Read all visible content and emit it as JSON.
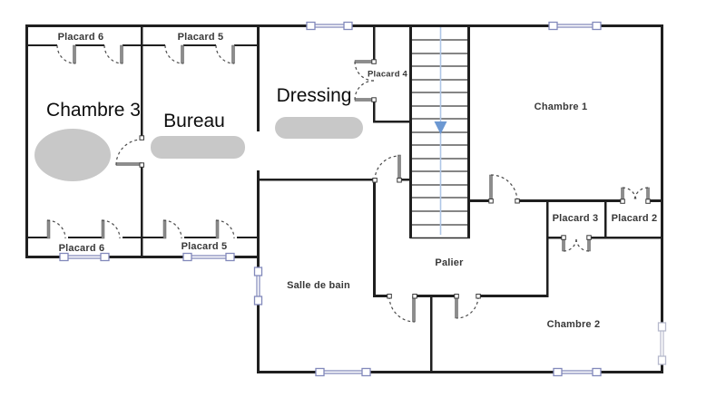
{
  "plan": {
    "labels": {
      "chambre3": "Chambre 3",
      "bureau": "Bureau",
      "dressing": "Dressing",
      "placard6_top": "Placard 6",
      "placard5_top": "Placard 5",
      "placard4": "Placard 4",
      "chambre1": "Chambre 1",
      "placard3": "Placard 3",
      "placard2": "Placard 2",
      "palier": "Palier",
      "salle_de_bain": "Salle de bain",
      "chambre2": "Chambre 2",
      "placard6_bottom": "Placard 6",
      "placard5_bottom": "Placard 5"
    },
    "stairs_direction_icon": "down-arrow",
    "colors": {
      "wall": "#1f1f1f",
      "window": "#8289bb",
      "furniture": "#c8c8c8",
      "stair_arrow": "#6c98d2"
    }
  }
}
